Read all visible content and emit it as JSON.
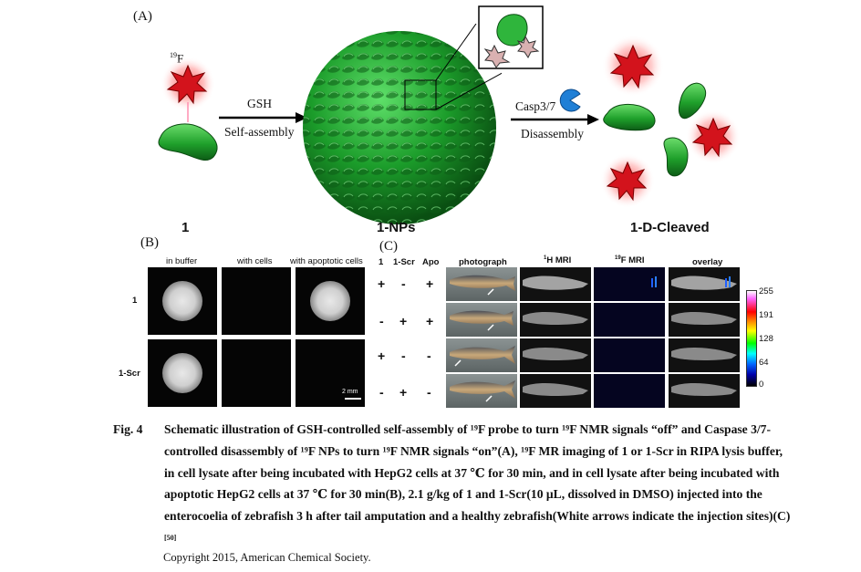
{
  "panel_a": {
    "label": "(A)",
    "isotope": "19F",
    "step1_top": "GSH",
    "step1_bottom": "Self-assembly",
    "step2_top": "Casp3/7",
    "step2_bottom": "Disassembly",
    "compound_1": "1",
    "compound_nps": "1-NPs",
    "compound_cleaved": "1-D-Cleaved"
  },
  "panel_b": {
    "label": "(B)",
    "columns": [
      "in buffer",
      "with cells",
      "with apoptotic cells"
    ],
    "rows": [
      "1",
      "1-Scr"
    ],
    "scale_bar": "2 mm",
    "spots": [
      [
        true,
        false,
        true
      ],
      [
        true,
        false,
        false
      ]
    ]
  },
  "panel_c": {
    "label": "(C)",
    "condition_headers": [
      "1",
      "1-Scr",
      "Apo"
    ],
    "image_headers": [
      "photograph",
      "1H MRI",
      "19F MRI",
      "overlay"
    ],
    "conditions": [
      [
        "+",
        "-",
        "+"
      ],
      [
        "-",
        "+",
        "+"
      ],
      [
        "+",
        "-",
        "-"
      ],
      [
        "-",
        "+",
        "-"
      ]
    ],
    "colorbar_ticks": [
      "255",
      "191",
      "128",
      "64",
      "0"
    ],
    "colorbar_colors": [
      "#ffffff",
      "#ff66ff",
      "#ff0000",
      "#ff8800",
      "#ffff00",
      "#00ff00",
      "#00ffff",
      "#0066ff",
      "#0000aa",
      "#000000"
    ]
  },
  "caption": {
    "fig": "Fig. 4",
    "text": "Schematic illustration of GSH-controlled self-assembly of ¹⁹F probe to turn ¹⁹F NMR signals “off” and Caspase 3/7-controlled disassembly of ¹⁹F NPs to turn ¹⁹F NMR signals “on”(A), ¹⁹F MR imaging of 1 or 1-Scr in RIPA lysis buffer, in cell lysate after being incubated with HepG2 cells at 37 ℃ for 30 min, and in cell lysate after being incubated with apoptotic HepG2 cells at 37 ℃ for 30 min(B), 2.1 g/kg of 1 and 1-Scr(10 μL, dissolved in DMSO) injected into the enterocoelia of zebrafish 3 h after tail amputation and a healthy zebrafish(White arrows indicate the injection sites)(C)",
    "ref": "[50]",
    "copyright": "Copyright 2015, American Chemical Society."
  }
}
